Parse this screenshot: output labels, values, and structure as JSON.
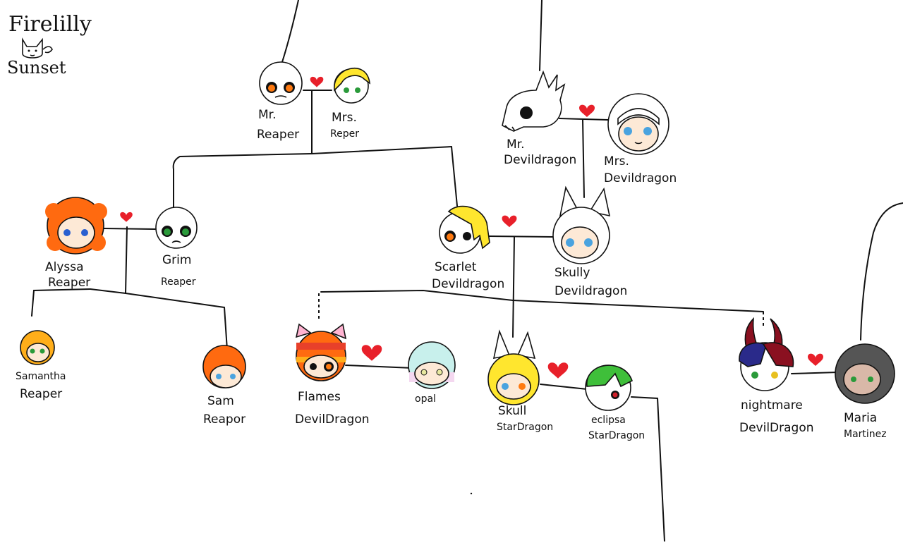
{
  "signature": {
    "artist": "Firelilly",
    "artist_sub": "Sunset",
    "logo_icon": "cat-face-icon"
  },
  "colors": {
    "heart": "#e8202a",
    "line": "#111111",
    "skull": "#ffffff",
    "skin": "#fde9d6",
    "orange_hair": "#ff6a10",
    "yellow_hair": "#ffe62e",
    "green_hair": "#3fbf3a",
    "gray_hair": "#555555"
  },
  "people": {
    "mr_reaper": {
      "line1": "Mr.",
      "line2": "Reaper"
    },
    "mrs_reaper": {
      "line1": "Mrs.",
      "line2": "Reper"
    },
    "mr_devildragon": {
      "line1": "Mr.",
      "line2": "Devildragon"
    },
    "mrs_devildragon": {
      "line1": "Mrs.",
      "line2": "Devildragon"
    },
    "alyssa": {
      "line1": "Alyssa",
      "line2": "Reaper"
    },
    "grim": {
      "line1": "Grim",
      "line2": "Reaper"
    },
    "scarlet": {
      "line1": "Scarlet",
      "line2": "Devildragon"
    },
    "skully": {
      "line1": "Skully",
      "line2": "Devildragon"
    },
    "samantha": {
      "line1": "Samantha",
      "line2": "Reaper"
    },
    "sam": {
      "line1": "Sam",
      "line2": "Reapor"
    },
    "flames": {
      "line1": "Flames",
      "line2": "DevilDragon"
    },
    "opal": {
      "line1": "opal",
      "line2": ""
    },
    "skull": {
      "line1": "Skull",
      "line2": "StarDragon"
    },
    "eclipsa": {
      "line1": "eclipsa",
      "line2": "StarDragon"
    },
    "nightmare": {
      "line1": "nightmare",
      "line2": "DevilDragon"
    },
    "maria": {
      "line1": "Maria",
      "line2": "Martinez"
    }
  }
}
